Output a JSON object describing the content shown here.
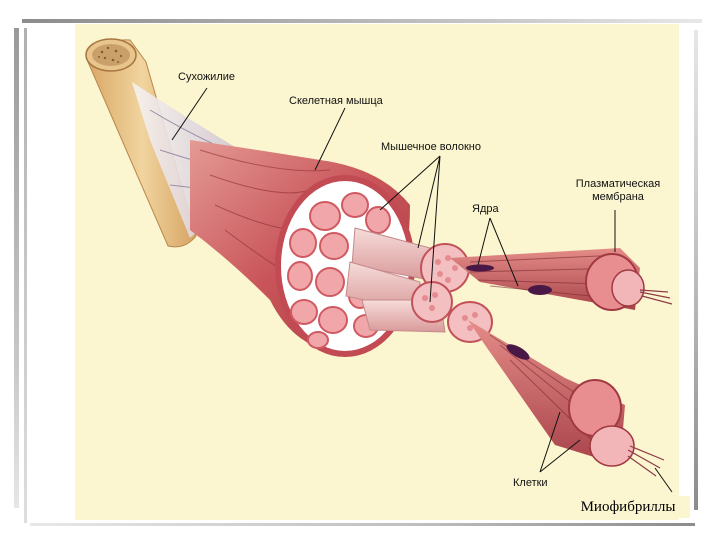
{
  "labels": {
    "tendon": "Сухожилие",
    "skeletal_muscle": "Скелетная мышца",
    "muscle_fiber": "Мышечное волокно",
    "plasma_membrane_line1": "Плазматическая",
    "plasma_membrane_line2": "мембрана",
    "nuclei": "Ядра",
    "cells": "Клетки"
  },
  "caption": "Миофибриллы",
  "colors": {
    "panel_background": "#fbf6cf",
    "muscle_red": "#c9555a",
    "fiber_pink": "#f2c6c4",
    "nucleus_purple": "#4a1846",
    "tendon_tan": "#e8c58c"
  }
}
